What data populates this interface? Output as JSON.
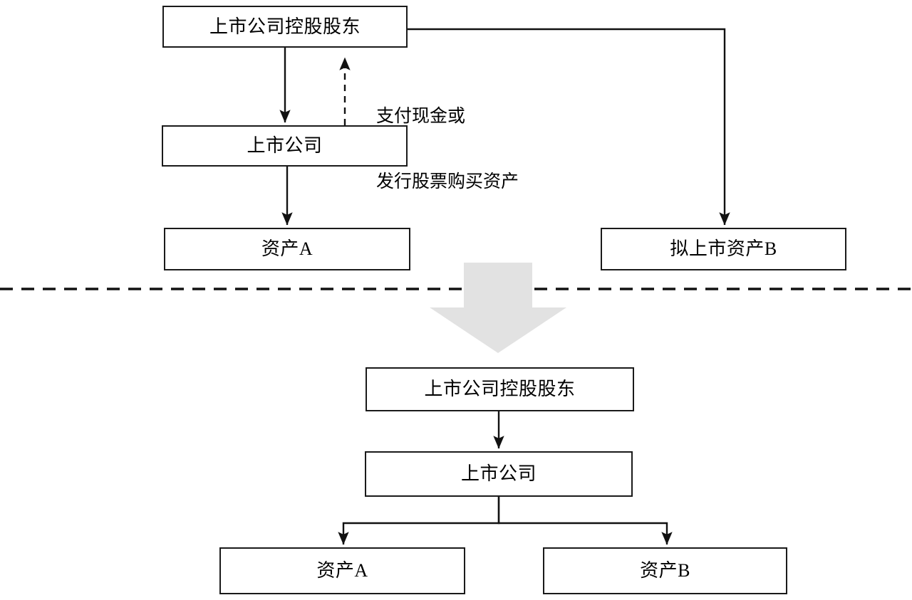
{
  "diagram": {
    "title_text": "",
    "colors": {
      "stroke": "#1a1a1a",
      "box_fill": "#ffffff",
      "big_arrow_fill": "#e2e2e2",
      "divider": "#111111",
      "text": "#000000"
    },
    "before": {
      "nodes": [
        {
          "id": "controller_before",
          "label": "上市公司控股股东"
        },
        {
          "id": "listedco_before",
          "label": "上市公司"
        },
        {
          "id": "assetA_before",
          "label": "资产A"
        },
        {
          "id": "assetB_before",
          "label": "拟上市资产B"
        }
      ],
      "edge_label": "支付现金或\n发行股票购买资产",
      "edge_label_line1": "支付现金或",
      "edge_label_line2": "发行股票购买资产",
      "edges": [
        {
          "from": "controller_before",
          "to": "listedco_before",
          "style": "solid",
          "direction": "down"
        },
        {
          "from": "listedco_before",
          "to": "controller_before",
          "style": "dashed",
          "direction": "up"
        },
        {
          "from": "listedco_before",
          "to": "assetA_before",
          "style": "solid",
          "direction": "down"
        },
        {
          "from": "controller_before",
          "to": "assetB_before",
          "style": "solid",
          "direction": "down"
        }
      ]
    },
    "transition": {
      "shape": "down-arrow",
      "divider": "dashed-horizontal"
    },
    "after": {
      "nodes": [
        {
          "id": "controller_after",
          "label": "上市公司控股股东"
        },
        {
          "id": "listedco_after",
          "label": "上市公司"
        },
        {
          "id": "assetA_after",
          "label": "资产A"
        },
        {
          "id": "assetB_after",
          "label": "资产B"
        }
      ],
      "edges": [
        {
          "from": "controller_after",
          "to": "listedco_after",
          "style": "solid",
          "direction": "down"
        },
        {
          "from": "listedco_after",
          "to": "assetA_after",
          "style": "solid",
          "direction": "down"
        },
        {
          "from": "listedco_after",
          "to": "assetB_after",
          "style": "solid",
          "direction": "down"
        }
      ]
    }
  }
}
